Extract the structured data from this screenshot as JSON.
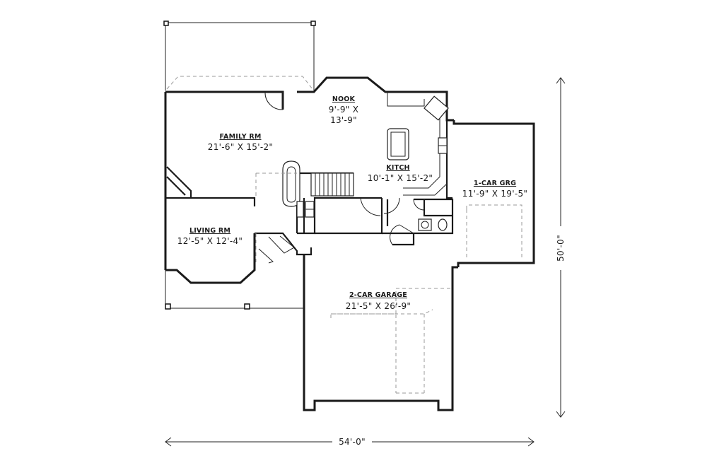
{
  "rooms": {
    "nook": {
      "name": "NOOK",
      "size_line1": "9'-9\" X",
      "size_line2": "13'-9\""
    },
    "family": {
      "name": "FAMILY RM",
      "size": "21'-6\" X 15'-2\""
    },
    "kitchen": {
      "name": "KITCH",
      "size": "10'-1\" X 15'-2\""
    },
    "garage1": {
      "name": "1-CAR GRG",
      "size": "11'-9\" X 19'-5\""
    },
    "living": {
      "name": "LIVING RM",
      "size": "12'-5\" X 12'-4\""
    },
    "garage2": {
      "name": "2-CAR GARAGE",
      "size": "21'-5\" X 26'-9\""
    }
  },
  "dimensions": {
    "width": "54'-0\"",
    "depth": "50'-0\""
  }
}
